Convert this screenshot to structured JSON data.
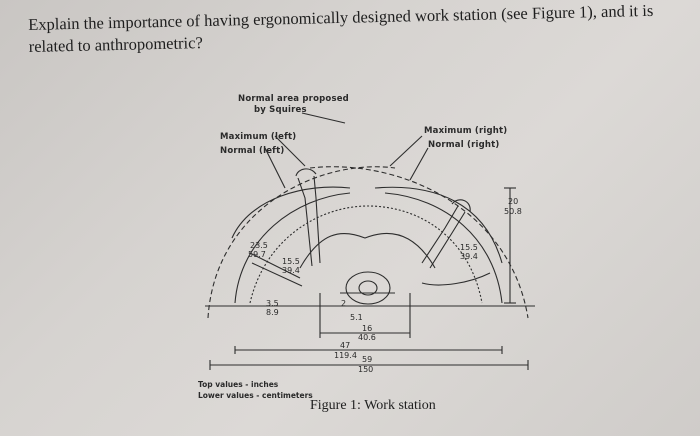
{
  "question": {
    "line1": "Explain the importance of having ergonomically designed work station (see Figure 1), and it is",
    "line2": "related to anthropometric?"
  },
  "figure": {
    "labels": {
      "normal_area_line1": "Normal area proposed",
      "normal_area_line2": "by Squires",
      "maximum_left": "Maximum (left)",
      "normal_left": "Normal (left)",
      "maximum_right": "Maximum (right)",
      "normal_right": "Normal (right)"
    },
    "dimensions": {
      "d20": "20",
      "d50_8": "50.8",
      "d23_5": "23.5",
      "d59_7": "59.7",
      "d15_5_left": "15.5",
      "d39_4_left": "39.4",
      "d15_5_right": "15.5",
      "d39_4_right": "39.4",
      "d3_5": "3.5",
      "d8_9": "8.9",
      "d2": "2",
      "d5_1": "5.1",
      "d16": "16",
      "d40_6": "40.6",
      "d47": "47",
      "d119_4": "119.4",
      "d59": "59",
      "d150": "150"
    },
    "legend": {
      "top": "Top values - inches",
      "lower": "Lower values - centimeters"
    },
    "caption": "Figure 1: Work station"
  }
}
